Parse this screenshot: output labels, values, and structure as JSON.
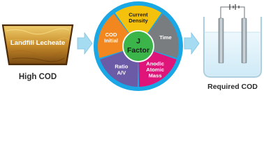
{
  "source": {
    "container_label": "Landfill Lecheate",
    "caption": "High COD"
  },
  "wheel": {
    "center_label": [
      "J",
      "Factor"
    ],
    "segments": [
      {
        "lines": [
          "Current",
          "Density"
        ],
        "color": "#f4c20d"
      },
      {
        "lines": [
          "Time"
        ],
        "color": "#7a7d80"
      },
      {
        "lines": [
          "Anodic",
          "Atomic",
          "Mass"
        ],
        "color": "#e0157a"
      },
      {
        "lines": [
          "Ratio",
          "A/V"
        ],
        "color": "#6b5aa6"
      },
      {
        "lines": [
          "COD",
          "Initial"
        ],
        "color": "#f2861f"
      }
    ],
    "ring_color": "#1aa7e6",
    "center_color": "#3bb54a"
  },
  "result": {
    "caption": "Required COD"
  },
  "colors": {
    "arrow": "#a6dcf2",
    "caption_text": "#2b2b2b"
  }
}
